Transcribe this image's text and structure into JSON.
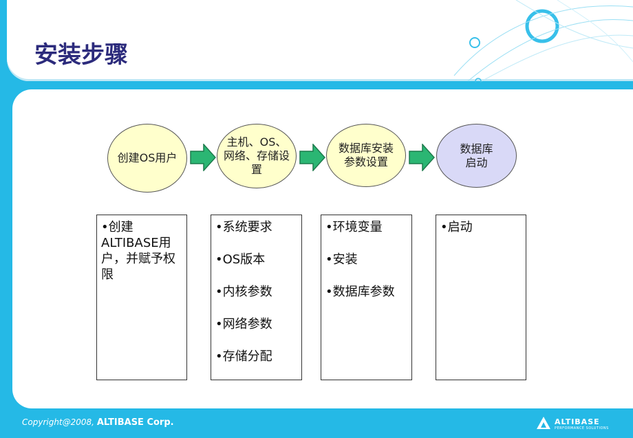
{
  "slide": {
    "title": "安装步骤"
  },
  "steps": [
    {
      "label": "创建OS用户"
    },
    {
      "label": "主机、OS、网络、存储设置"
    },
    {
      "label": "数据库安装参数设置"
    },
    {
      "label": "数据库启动"
    }
  ],
  "detail_boxes": [
    {
      "items": [
        "•创建ALTIBASE用户，并赋予权限"
      ]
    },
    {
      "items": [
        "•系统要求",
        "•OS版本",
        "•内核参数",
        "•网络参数",
        "•存储分配"
      ]
    },
    {
      "items": [
        "•环境变量",
        "•安装",
        "•数据库参数"
      ]
    },
    {
      "items": [
        "•启动"
      ]
    }
  ],
  "footer": {
    "copyright": "Copyright@2008,",
    "company": "ALTIBASE Corp.",
    "logo_text": "ALTIBASE",
    "logo_sub": "PERFORMANCE SOLUTIONS"
  },
  "colors": {
    "background": "#25b9e6",
    "title": "#2c2b7c",
    "ellipse_yellow": "#ffffcc",
    "ellipse_lilac": "#d9d9f7",
    "arrow": "#2bb673"
  }
}
